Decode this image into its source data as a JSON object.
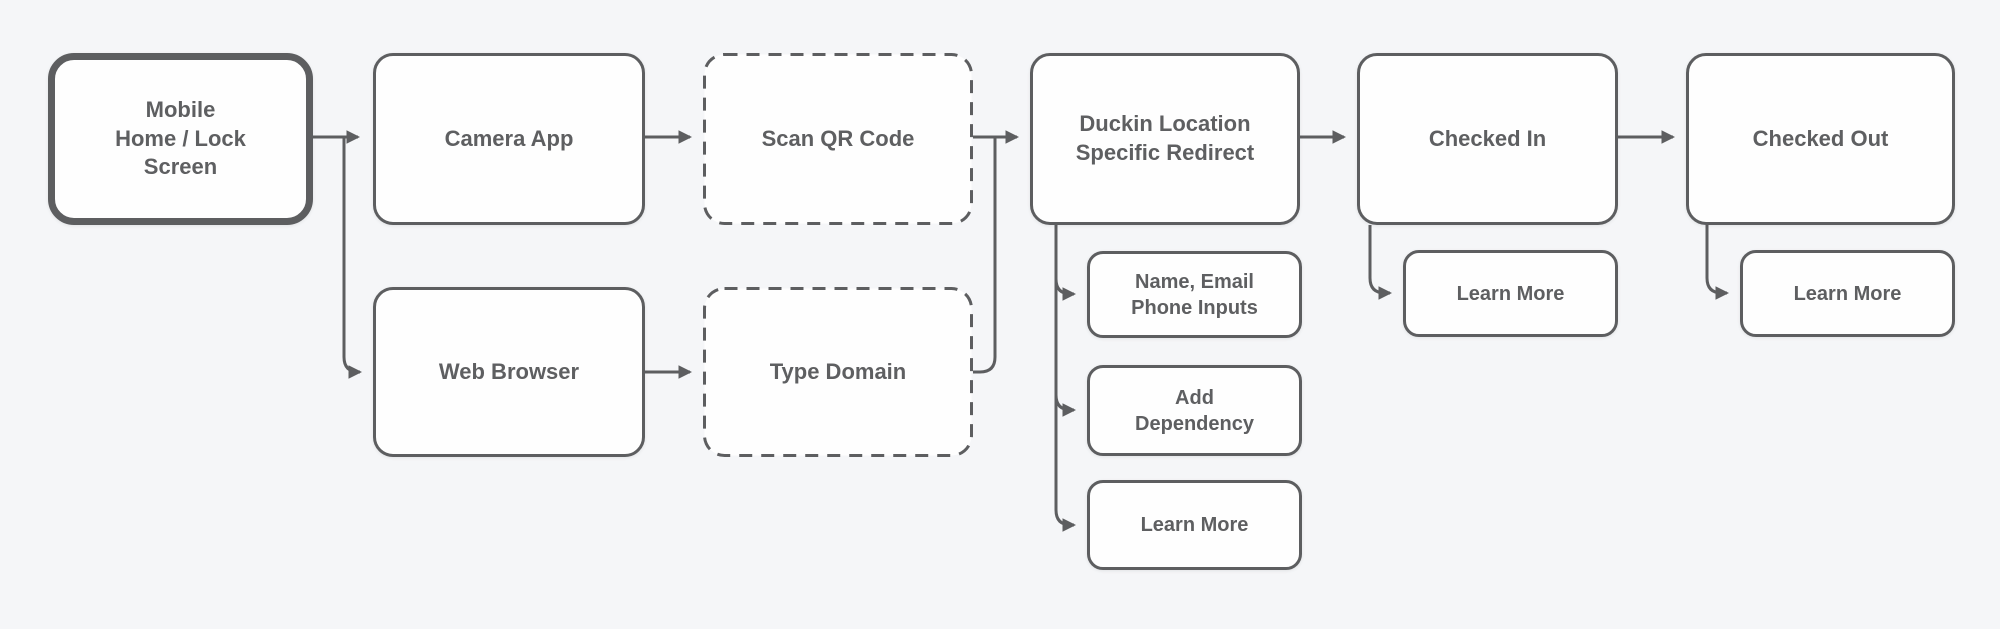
{
  "diagram": {
    "colors": {
      "background": "#f5f6f8",
      "node_fill": "#fefefe",
      "stroke": "#5d5e60",
      "text": "#5e5f61"
    },
    "nodes": [
      {
        "id": "mobile-home-lock-screen",
        "label": "Mobile\nHome / Lock\nScreen",
        "style": "emphasis"
      },
      {
        "id": "camera-app",
        "label": "Camera App",
        "style": "solid"
      },
      {
        "id": "scan-qr-code",
        "label": "Scan QR Code",
        "style": "dashed"
      },
      {
        "id": "duckin-location-specific-redirect",
        "label": "Duckin Location\nSpecific Redirect",
        "style": "solid"
      },
      {
        "id": "checked-in",
        "label": "Checked In",
        "style": "solid"
      },
      {
        "id": "checked-out",
        "label": "Checked Out",
        "style": "solid"
      },
      {
        "id": "web-browser",
        "label": "Web Browser",
        "style": "solid"
      },
      {
        "id": "type-domain",
        "label": "Type Domain",
        "style": "dashed"
      },
      {
        "id": "name-email-phone-inputs",
        "label": "Name, Email\nPhone Inputs",
        "style": "solid-small"
      },
      {
        "id": "add-dependency",
        "label": "Add\nDependency",
        "style": "solid-small"
      },
      {
        "id": "learn-more-duckin",
        "label": "Learn More",
        "style": "solid-small"
      },
      {
        "id": "learn-more-checked-in",
        "label": "Learn More",
        "style": "solid-small"
      },
      {
        "id": "learn-more-checked-out",
        "label": "Learn More",
        "style": "solid-small"
      }
    ],
    "edges": [
      {
        "from": "mobile-home-lock-screen",
        "to": "camera-app"
      },
      {
        "from": "mobile-home-lock-screen",
        "to": "web-browser"
      },
      {
        "from": "camera-app",
        "to": "scan-qr-code"
      },
      {
        "from": "web-browser",
        "to": "type-domain"
      },
      {
        "from": "scan-qr-code",
        "to": "duckin-location-specific-redirect"
      },
      {
        "from": "type-domain",
        "to": "duckin-location-specific-redirect"
      },
      {
        "from": "duckin-location-specific-redirect",
        "to": "checked-in"
      },
      {
        "from": "checked-in",
        "to": "checked-out"
      },
      {
        "from": "duckin-location-specific-redirect",
        "to": "name-email-phone-inputs"
      },
      {
        "from": "duckin-location-specific-redirect",
        "to": "add-dependency"
      },
      {
        "from": "duckin-location-specific-redirect",
        "to": "learn-more-duckin"
      },
      {
        "from": "checked-in",
        "to": "learn-more-checked-in"
      },
      {
        "from": "checked-out",
        "to": "learn-more-checked-out"
      }
    ]
  }
}
